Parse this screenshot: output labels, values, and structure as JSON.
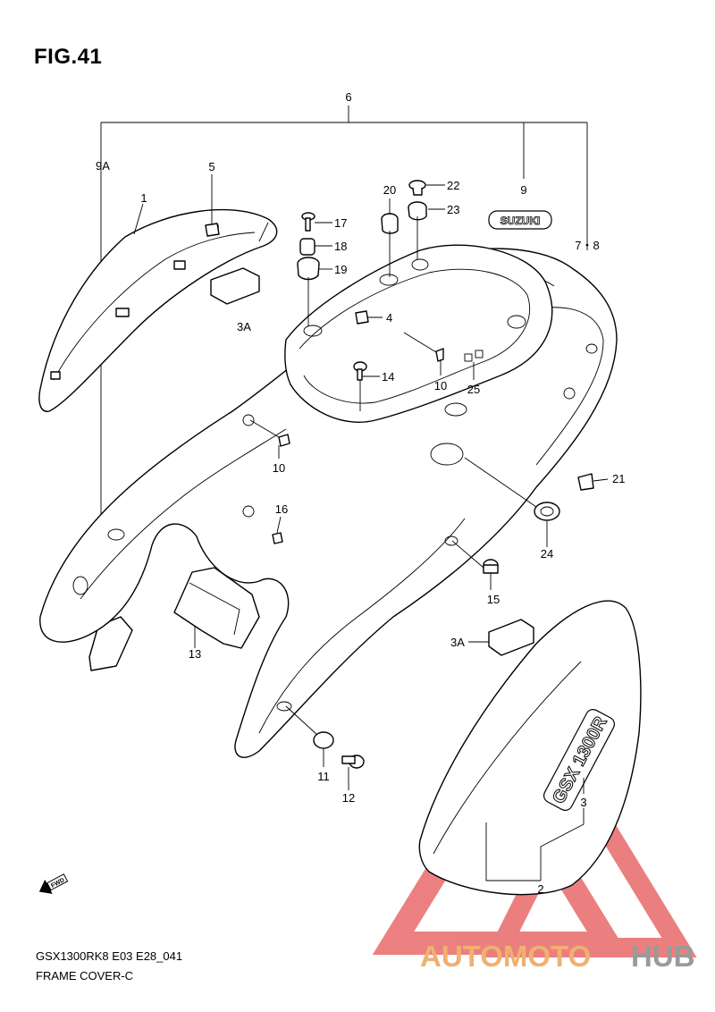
{
  "figure": {
    "title": "FIG.41"
  },
  "footer": {
    "model_code": "GSX1300RK8 E03 E28_041",
    "section_name": "FRAME COVER-C"
  },
  "emblems": {
    "brand_badge": "SUZUKI",
    "fwd_marker": "FWD",
    "model_badge": "GSX 1300R"
  },
  "watermark": {
    "part1": "AUTOMOTO",
    "part2": "HUB",
    "color1": "#f0b070",
    "color2": "#9a9a9a",
    "logo_color": "#e55555"
  },
  "callouts": {
    "c6": "6",
    "c9A": "9A",
    "c5": "5",
    "c1": "1",
    "c20": "20",
    "c22": "22",
    "c23": "23",
    "c9": "9",
    "c17": "17",
    "c18": "18",
    "c19": "19",
    "c78": "7・8",
    "c3A_top": "3A",
    "c4": "4",
    "c14": "14",
    "c10_center": "10",
    "c25": "25",
    "c10_left": "10",
    "c21": "21",
    "c16": "16",
    "c24": "24",
    "c15": "15",
    "c3A_bottom": "3A",
    "c13": "13",
    "c11": "11",
    "c12": "12",
    "c3": "3",
    "c2": "2"
  }
}
